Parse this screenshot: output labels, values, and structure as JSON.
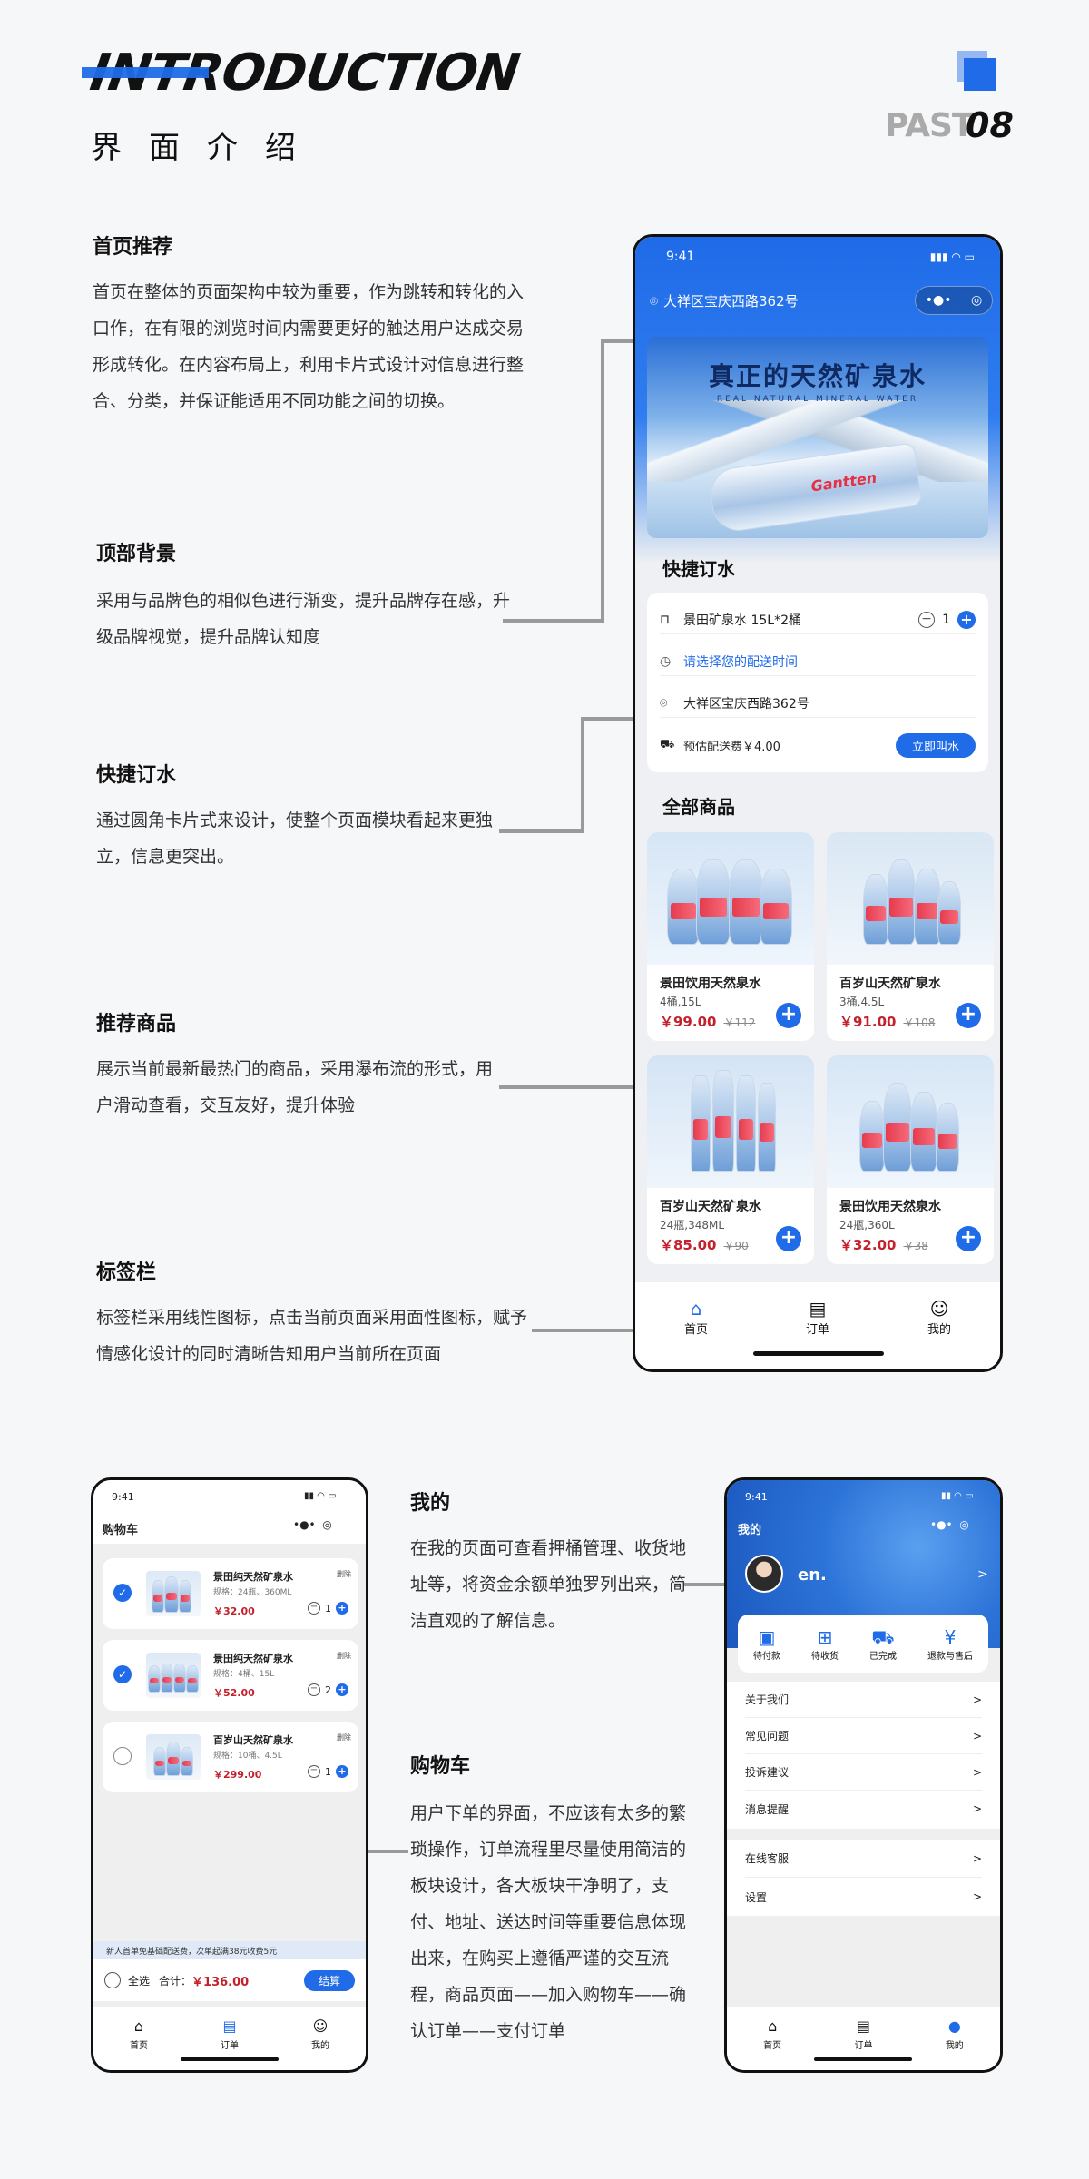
{
  "header": {
    "title": "INTRODUCTION",
    "subtitle": "界面介绍",
    "past_label": "PAST",
    "past_num": "08"
  },
  "notes": [
    {
      "title": "首页推荐",
      "body": "首页在整体的页面架构中较为重要，作为跳转和转化的入口作，在有限的浏览时间内需要更好的触达用户达成交易形成转化。在内容布局上，利用卡片式设计对信息进行整合、分类，并保证能适用不同功能之间的切换。"
    },
    {
      "title": "顶部背景",
      "body": "采用与品牌色的相似色进行渐变，提升品牌存在感，升级品牌视觉，提升品牌认知度"
    },
    {
      "title": "快捷订水",
      "body": "通过圆角卡片式来设计，使整个页面模块看起来更独立，信息更突出。"
    },
    {
      "title": "推荐商品",
      "body": "展示当前最新最热门的商品，采用瀑布流的形式，用户滑动查看，交互友好，提升体验"
    },
    {
      "title": "标签栏",
      "body": "标签栏采用线性图标，点击当前页面采用面性图标，赋予情感化设计的同时清晰告知用户当前所在页面"
    },
    {
      "title": "我的",
      "body": "在我的页面可查看押桶管理、收货地址等，将资金余额单独罗列出来，简洁直观的了解信息。"
    },
    {
      "title": "购物车",
      "body": "用户下单的界面，不应该有太多的繁琐操作，订单流程里尽量使用简洁的板块设计，各大板块干净明了，支付、地址、送达时间等重要信息体现出来，在购买上遵循严谨的交互流程，商品页面——加入购物车——确认订单——支付订单"
    }
  ],
  "home": {
    "time": "9:41",
    "location": "大祥区宝庆西路362号",
    "banner_title": "真正的天然矿泉水",
    "banner_sub": "REAL NATURAL MINERAL WATER",
    "brand": "Gantten",
    "quick_title": "快捷订水",
    "quick": {
      "product": "景田矿泉水 15L*2桶",
      "qty": "1",
      "time_hint": "请选择您的配送时间",
      "address": "大祥区宝庆西路362号",
      "fee": "预估配送费￥4.00",
      "order_btn": "立即叫水"
    },
    "all_title": "全部商品",
    "products": [
      {
        "name": "景田饮用天然泉水",
        "spec": "4桶,15L",
        "price": "￥99.00",
        "old": "￥112"
      },
      {
        "name": "百岁山天然矿泉水",
        "spec": "3桶,4.5L",
        "price": "￥91.00",
        "old": "￥108"
      },
      {
        "name": "百岁山天然矿泉水",
        "spec": "24瓶,348ML",
        "price": "￥85.00",
        "old": "￥90"
      },
      {
        "name": "景田饮用天然泉水",
        "spec": "24瓶,360L",
        "price": "￥32.00",
        "old": "￥38"
      }
    ],
    "tabs": [
      {
        "label": "首页"
      },
      {
        "label": "订单"
      },
      {
        "label": "我的"
      }
    ]
  },
  "cart": {
    "time": "9:41",
    "title": "购物车",
    "items": [
      {
        "name": "景田纯天然矿泉水",
        "spec": "规格：24瓶、360ML",
        "price": "￥32.00",
        "qty": "1",
        "tag": "删除"
      },
      {
        "name": "景田纯天然矿泉水",
        "spec": "规格：4桶、15L",
        "price": "￥52.00",
        "qty": "2",
        "tag": "删除"
      },
      {
        "name": "百岁山天然矿泉水",
        "spec": "规格：10桶、4.5L",
        "price": "￥299.00",
        "qty": "1",
        "tag": "删除"
      }
    ],
    "promo": "新人首单免基础配送费，次单起满38元收费5元",
    "select_all": "全选",
    "total_label": "合计：",
    "total": "￥136.00",
    "checkout": "结算"
  },
  "mine": {
    "time": "9:41",
    "title": "我的",
    "username": "en.",
    "orders": [
      {
        "label": "待付款"
      },
      {
        "label": "待收货"
      },
      {
        "label": "已完成"
      },
      {
        "label": "退款与售后"
      }
    ],
    "menu1": [
      "关于我们",
      "常见问题",
      "投诉建议",
      "消息提醒"
    ],
    "menu2": [
      "在线客服",
      "设置"
    ],
    "chev": ">"
  }
}
